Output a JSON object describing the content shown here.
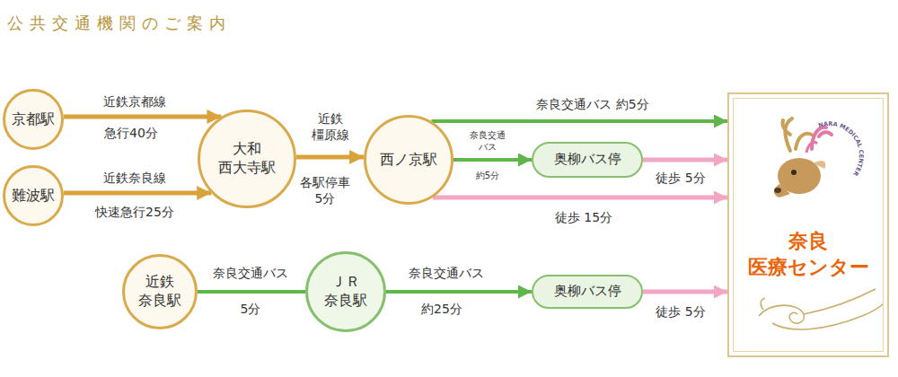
{
  "diagram": {
    "title": "公共交通機関のご案内",
    "nodes": [
      {
        "text": [
          "京都駅"
        ]
      },
      {
        "text": [
          "難波駅"
        ]
      },
      {
        "text": [
          "大和 西大寺駅"
        ]
      },
      {
        "text": [
          "西ノ京駅"
        ]
      },
      {
        "text": [
          "奥柳バス停"
        ]
      },
      {
        "text": [
          "奈良 医療センター"
        ]
      },
      {
        "text": [
          "近鉄 奈良駅"
        ]
      },
      {
        "text": [
          "ＪＲ 奈良駅"
        ]
      },
      {
        "text": [
          "奥柳バス停"
        ]
      }
    ],
    "edges": [
      {
        "from": 0,
        "to": 2,
        "arrow": "to",
        "label": "近鉄京都線"
      },
      {
        "from": 1,
        "to": 2,
        "arrow": "to",
        "label": "近鉄奈良線"
      },
      {
        "from": 2,
        "to": 3,
        "arrow": "to",
        "label": "近鉄 橿原線"
      },
      {
        "from": 3,
        "to": 5,
        "arrow": "to",
        "label": "奈良交通バス 約5分"
      },
      {
        "from": 3,
        "to": 4,
        "arrow": "to",
        "label": "奈良交通 バス"
      },
      {
        "from": 4,
        "to": 5,
        "arrow": "to",
        "label": "徒歩 5分"
      },
      {
        "from": 3,
        "to": 5,
        "arrow": "to",
        "label": "徒歩 15分"
      },
      {
        "from": 6,
        "to": 7,
        "arrow": "none",
        "label": "奈良交通バス"
      },
      {
        "from": 7,
        "to": 8,
        "arrow": "to",
        "label": "奈良交通バス"
      },
      {
        "from": 8,
        "to": 5,
        "arrow": "to",
        "label": "徒歩 5分"
      }
    ],
    "labels": [
      "急行40分",
      "快速急行25分",
      "各駅停車 5分",
      "約5分",
      "5分",
      "約25分",
      "NARA MEDICAL CENTER"
    ]
  }
}
